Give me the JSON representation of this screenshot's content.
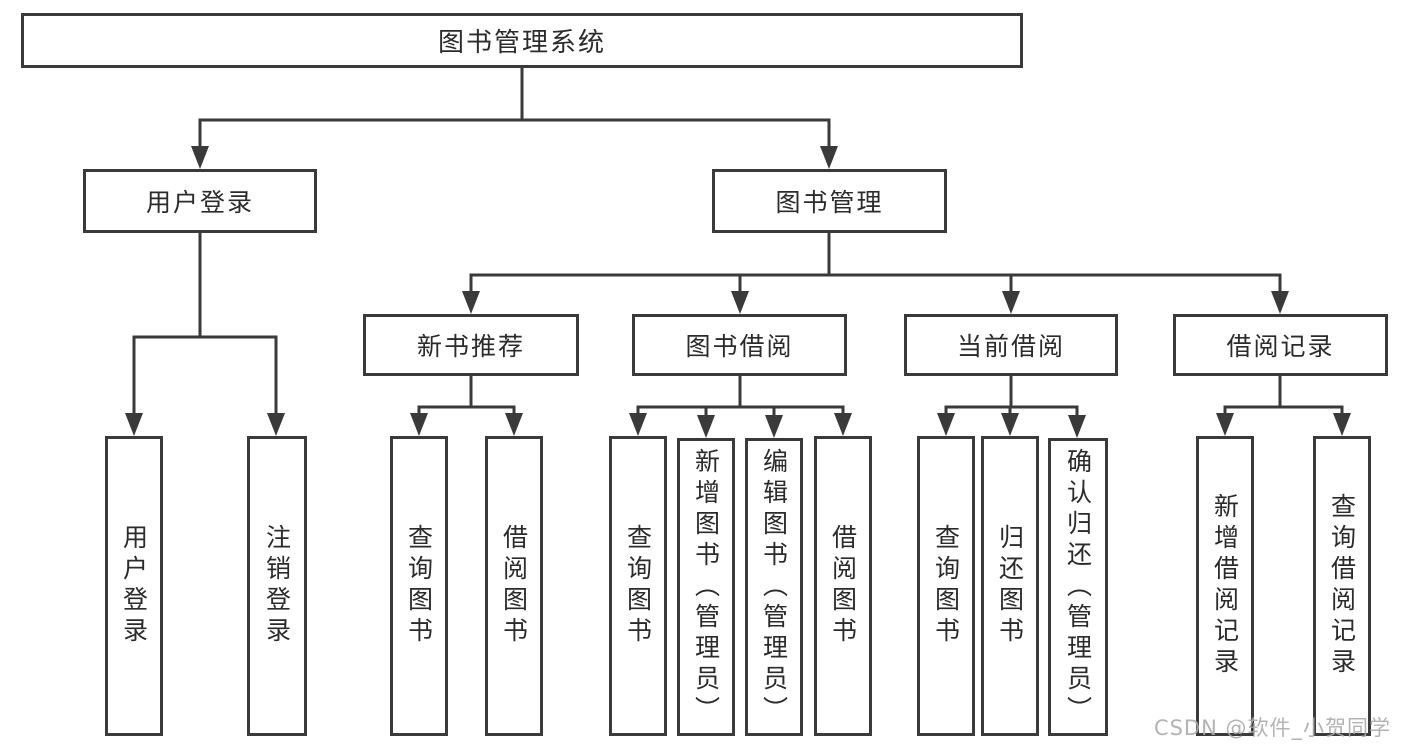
{
  "colors": {
    "background": "#ffffff",
    "line": "#3a3a3a",
    "box_border": "#3a3a3a",
    "text": "#2b2b2b",
    "watermark": "#ababab"
  },
  "watermark": {
    "text": "CSDN @软件_小贺同学"
  },
  "tree": {
    "root": {
      "label": "图书管理系统"
    },
    "branches": [
      {
        "label": "用户登录",
        "children": [
          {
            "label": "用户登录"
          },
          {
            "label": "注销登录"
          }
        ]
      },
      {
        "label": "图书管理",
        "children": [
          {
            "label": "新书推荐",
            "children": [
              {
                "label": "查询图书"
              },
              {
                "label": "借阅图书"
              }
            ]
          },
          {
            "label": "图书借阅",
            "children": [
              {
                "label": "查询图书"
              },
              {
                "label": "新增图书（管理员）"
              },
              {
                "label": "编辑图书（管理员）"
              },
              {
                "label": "借阅图书"
              }
            ]
          },
          {
            "label": "当前借阅",
            "children": [
              {
                "label": "查询图书"
              },
              {
                "label": "归还图书"
              },
              {
                "label": "确认归还（管理员）"
              }
            ]
          },
          {
            "label": "借阅记录",
            "children": [
              {
                "label": "新增借阅记录"
              },
              {
                "label": "查询借阅记录"
              }
            ]
          }
        ]
      }
    ]
  }
}
